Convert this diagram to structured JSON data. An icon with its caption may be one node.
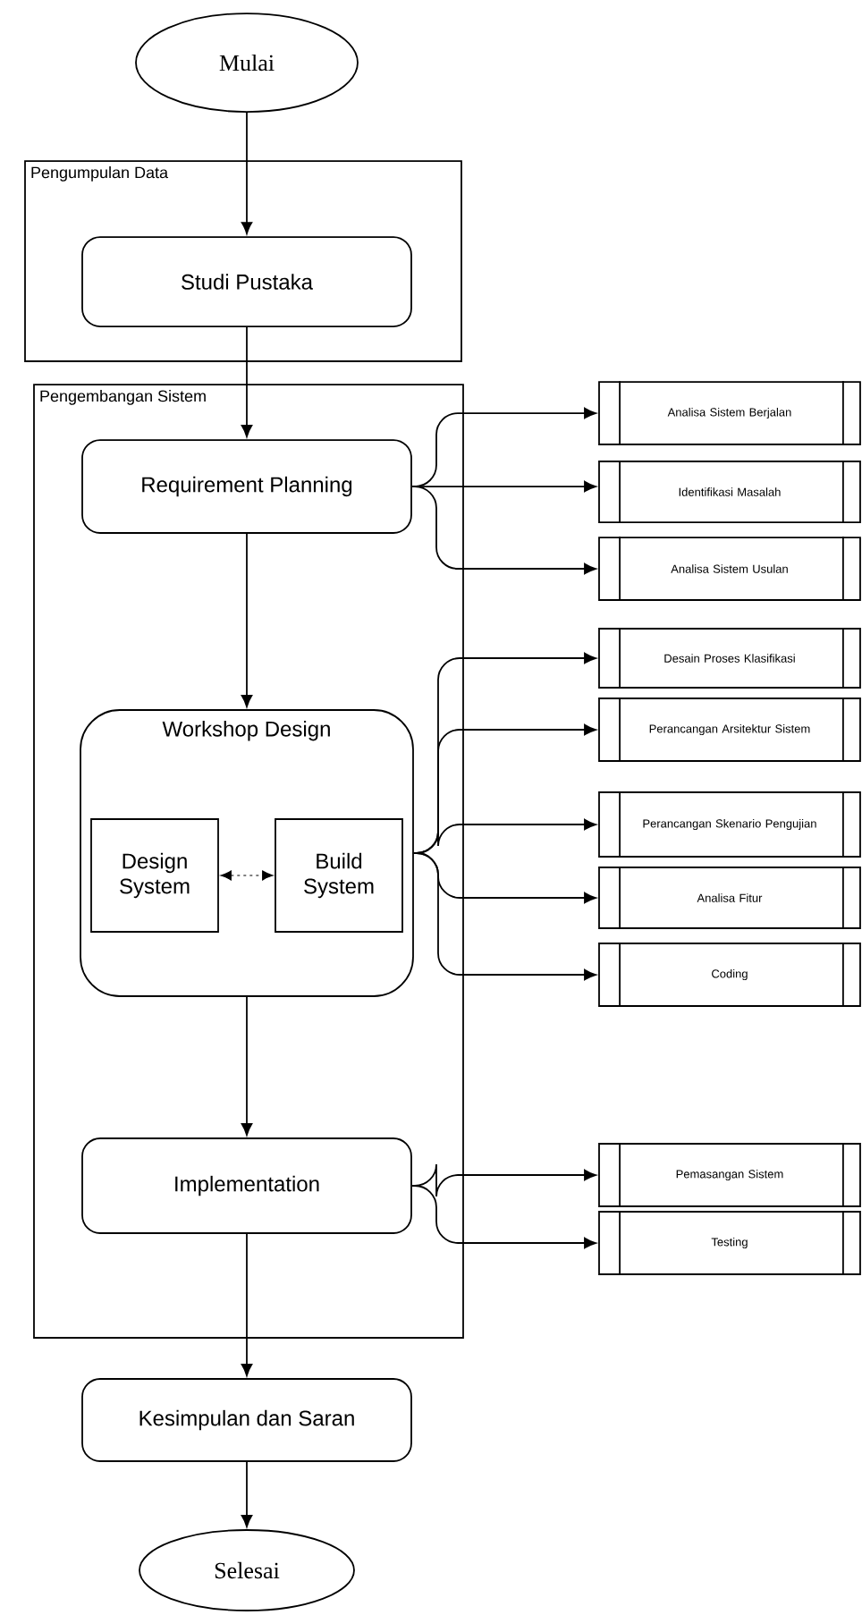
{
  "diagram": {
    "nodes": [
      {
        "text": [
          "Mulai"
        ]
      },
      {
        "text": [
          "Pengumpulan Data"
        ]
      },
      {
        "text": [
          "Studi Pustaka"
        ],
        "in": 1
      },
      {
        "text": [
          "Pengembangan Sistem"
        ]
      },
      {
        "text": [
          "Requirement Planning"
        ],
        "in": 3
      },
      {
        "text": [
          "Analisa Sistem Berjalan"
        ]
      },
      {
        "text": [
          "Identifikasi Masalah"
        ]
      },
      {
        "text": [
          "Analisa Sistem Usulan"
        ]
      },
      {
        "text": [
          "Workshop Design"
        ],
        "in": 3
      },
      {
        "text": [
          "Design System"
        ],
        "in": 8
      },
      {
        "text": [
          "Build System"
        ],
        "in": 8
      },
      {
        "text": [
          "Desain Proses Klasifikasi"
        ]
      },
      {
        "text": [
          "Perancangan Arsitektur Sistem"
        ]
      },
      {
        "text": [
          "Perancangan Skenario Pengujian"
        ]
      },
      {
        "text": [
          "Analisa Fitur"
        ]
      },
      {
        "text": [
          "Coding"
        ]
      },
      {
        "text": [
          "Implementation"
        ],
        "in": 3
      },
      {
        "text": [
          "Pemasangan Sistem"
        ]
      },
      {
        "text": [
          "Testing"
        ]
      },
      {
        "text": [
          "Kesimpulan dan Saran"
        ]
      },
      {
        "text": [
          "Selesai"
        ]
      }
    ],
    "edges": [
      {
        "from": 0,
        "to": 2,
        "arrow": "to"
      },
      {
        "from": 2,
        "to": 4,
        "arrow": "to"
      },
      {
        "from": 4,
        "to": 5,
        "arrow": "to"
      },
      {
        "from": 4,
        "to": 6,
        "arrow": "to"
      },
      {
        "from": 4,
        "to": 7,
        "arrow": "to"
      },
      {
        "from": 4,
        "to": 8,
        "arrow": "to"
      },
      {
        "from": 9,
        "to": 10,
        "arrow": "both",
        "style": "dashed"
      },
      {
        "from": 8,
        "to": 11,
        "arrow": "to"
      },
      {
        "from": 8,
        "to": 12,
        "arrow": "to"
      },
      {
        "from": 8,
        "to": 13,
        "arrow": "to"
      },
      {
        "from": 8,
        "to": 14,
        "arrow": "to"
      },
      {
        "from": 8,
        "to": 15,
        "arrow": "to"
      },
      {
        "from": 8,
        "to": 16,
        "arrow": "to"
      },
      {
        "from": 16,
        "to": 17,
        "arrow": "to"
      },
      {
        "from": 16,
        "to": 18,
        "arrow": "to"
      },
      {
        "from": 16,
        "to": 19,
        "arrow": "to"
      },
      {
        "from": 19,
        "to": 20,
        "arrow": "to"
      }
    ]
  }
}
